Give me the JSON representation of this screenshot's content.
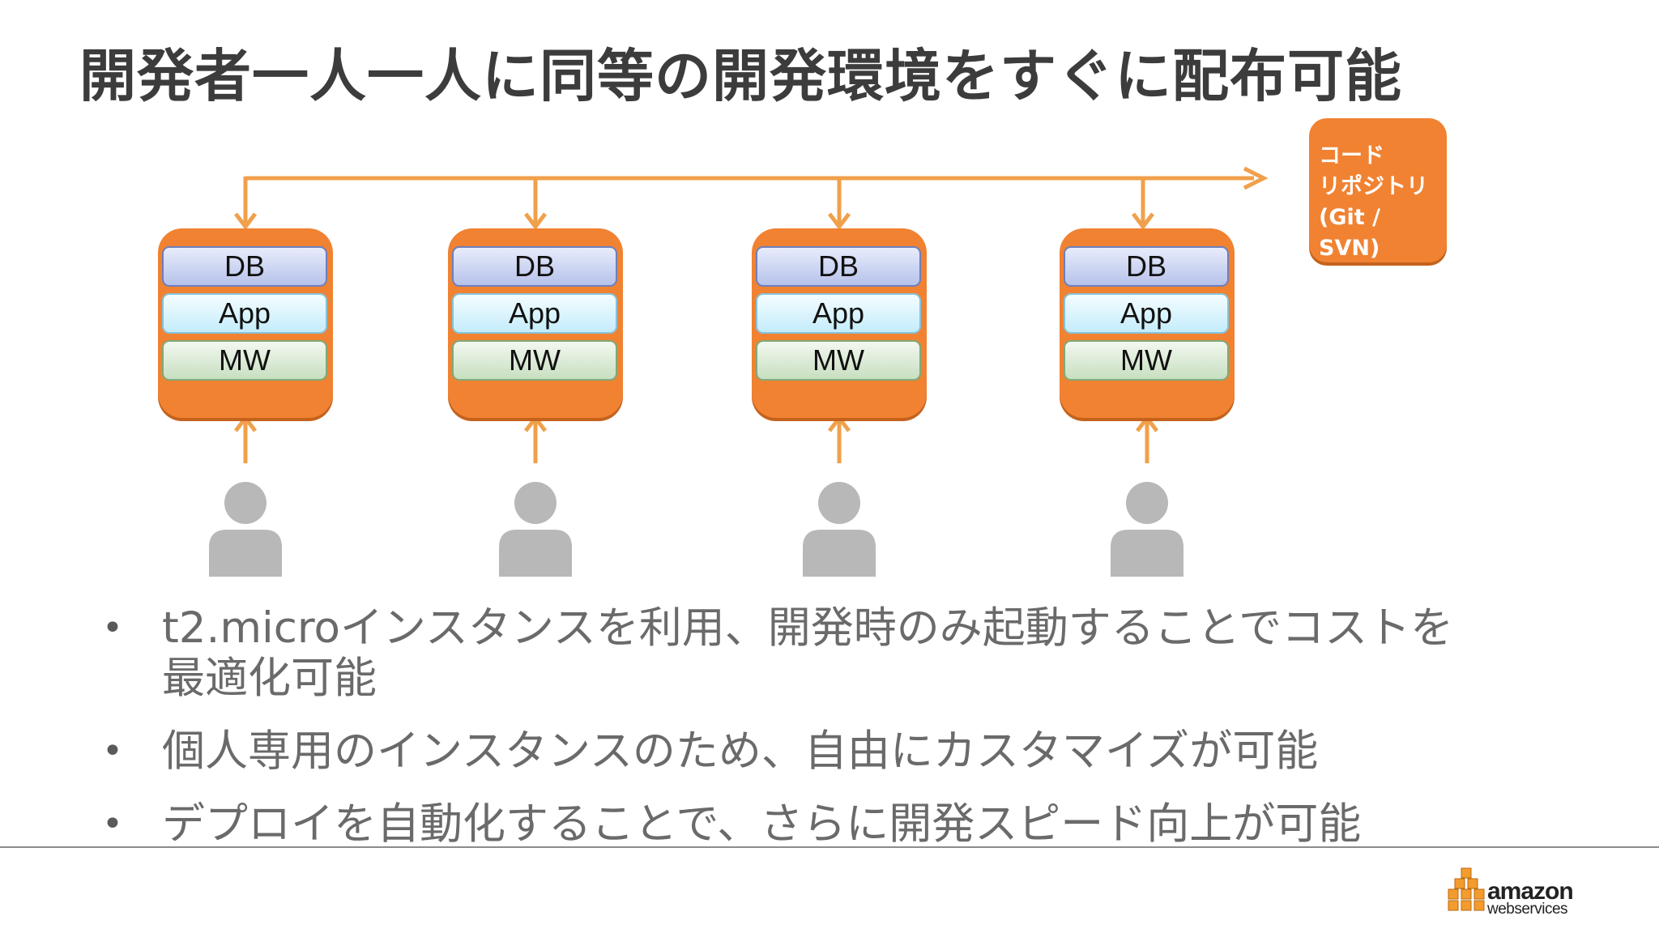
{
  "title": "開発者一人一人に同等の開発環境をすぐに配布可能",
  "stacks": [
    {
      "db": "DB",
      "app": "App",
      "mw": "MW"
    },
    {
      "db": "DB",
      "app": "App",
      "mw": "MW"
    },
    {
      "db": "DB",
      "app": "App",
      "mw": "MW"
    },
    {
      "db": "DB",
      "app": "App",
      "mw": "MW"
    }
  ],
  "repository": {
    "lines": [
      "コード",
      "リポジトリ",
      "(Git /",
      "SVN)"
    ]
  },
  "bullets": [
    {
      "marker": "•",
      "text_line1": "t2.microインスタンスを利用、開発時のみ起動することでコストを",
      "text_line2": "最適化可能"
    },
    {
      "marker": "•",
      "text": "個人専用のインスタンスのため、自由にカスタマイズが可能"
    },
    {
      "marker": "•",
      "text": "デプロイを自動化することで、さらに開発スピード向上が可能"
    }
  ],
  "logo": {
    "line1": "amazon",
    "line2": "webservices"
  },
  "colors": {
    "accent": "#f08232",
    "arrow": "#f0a04b",
    "user": "#b8b8b8"
  },
  "icons": [
    "user-icon",
    "arrow-icon",
    "aws-cubes-logo-icon"
  ]
}
